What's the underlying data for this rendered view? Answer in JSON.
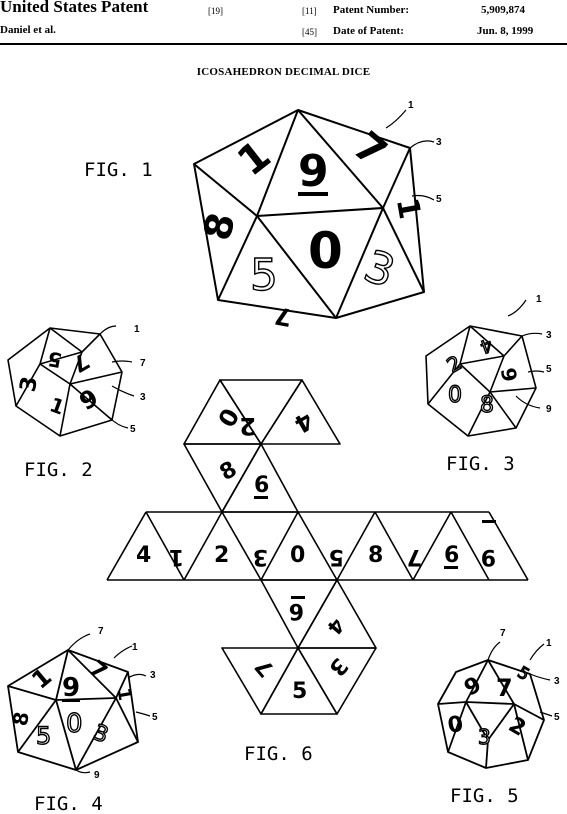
{
  "header": {
    "office": "United States Patent",
    "office_code": "[19]",
    "inventors": "Daniel et al.",
    "number_code": "[11]",
    "number_label": "Patent Number:",
    "number_value": "5,909,874",
    "date_code": "[45]",
    "date_label": "Date of Patent:",
    "date_value": "Jun. 8, 1999"
  },
  "title": "ICOSAHEDRON DECIMAL DICE",
  "figures": {
    "fig1": "FIG. 1",
    "fig2": "FIG. 2",
    "fig3": "FIG. 3",
    "fig4": "FIG. 4",
    "fig5": "FIG. 5",
    "fig6": "FIG. 6"
  },
  "fig1_faces": {
    "a": "1",
    "b": "9",
    "c": "7",
    "d": "8",
    "e": "0",
    "f": "1",
    "g": "5",
    "h": "3",
    "i": "7"
  },
  "fig1_refs": {
    "r1": "1",
    "r3": "3",
    "r5": "5"
  },
  "fig2_faces": {
    "a": "5",
    "b": "7",
    "c": "3",
    "d": "1",
    "e": "9"
  },
  "fig2_refs": {
    "r1": "1",
    "r7": "7",
    "r3": "3",
    "r5": "5"
  },
  "fig3_faces": {
    "a": "2",
    "b": "4",
    "c": "0",
    "d": "8",
    "e": "9"
  },
  "fig3_refs": {
    "r1": "1",
    "r3": "3",
    "r5": "5",
    "r9": "9"
  },
  "fig4_faces": {
    "a": "1",
    "b": "9",
    "c": "7",
    "d": "8",
    "e": "5",
    "f": "0",
    "g": "3",
    "h": "1"
  },
  "fig4_refs": {
    "r7": "7",
    "r1": "1",
    "r3": "3",
    "r5": "5",
    "r9": "9"
  },
  "fig5_faces": {
    "a": "9",
    "b": "7",
    "c": "5",
    "d": "0",
    "e": "3",
    "f": "2"
  },
  "fig5_refs": {
    "r7": "7",
    "r1": "1",
    "r3": "3",
    "r5": "5"
  },
  "net": {
    "top": [
      "0",
      "2",
      "4",
      "8",
      "6"
    ],
    "strip": [
      "4",
      "1",
      "2",
      "3",
      "0",
      "5",
      "8",
      "7",
      "6",
      "9"
    ],
    "bottom": [
      "6",
      "4",
      "7",
      "5",
      "3"
    ]
  }
}
